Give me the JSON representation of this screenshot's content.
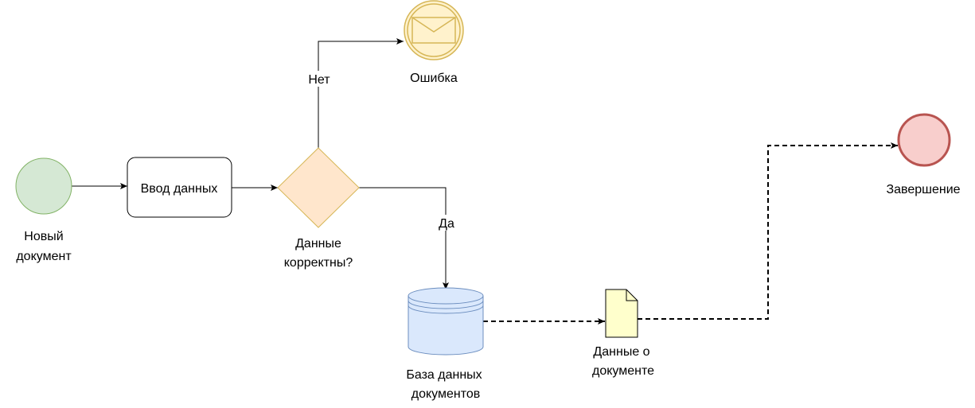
{
  "nodes": {
    "start": {
      "label_lines": [
        "Новый",
        "документ"
      ]
    },
    "task": {
      "label": "Ввод данных"
    },
    "gateway": {
      "label_lines": [
        "Данные",
        "корректны?"
      ]
    },
    "error": {
      "label": "Ошибка"
    },
    "database": {
      "label_lines": [
        "База данных",
        "документов"
      ]
    },
    "data_object": {
      "label_lines": [
        "Данные о",
        "документе"
      ]
    },
    "end": {
      "label": "Завершение"
    }
  },
  "edges": {
    "no_label": "Нет",
    "yes_label": "Да"
  },
  "colors": {
    "start_fill": "#d5e8d4",
    "start_stroke": "#82b366",
    "gateway_fill": "#ffe6cc",
    "gateway_stroke": "#d6b656",
    "error_fill": "#fff2cc",
    "error_stroke": "#d6b656",
    "database_fill": "#dae8fc",
    "database_stroke": "#6c8ebf",
    "data_object_fill": "#ffffcc",
    "end_fill": "#f8cecc",
    "end_stroke": "#b85450"
  },
  "icons": {
    "error_icon": "envelope-icon"
  }
}
